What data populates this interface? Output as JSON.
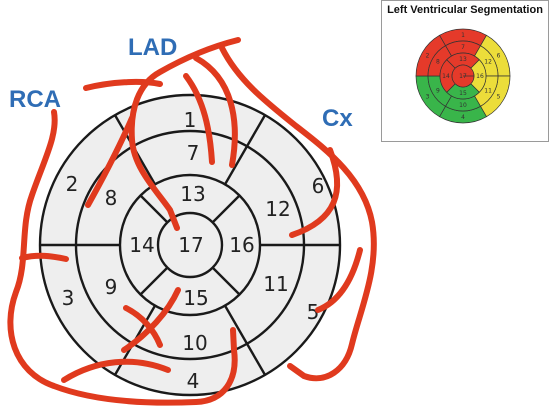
{
  "diagram": {
    "arteries": {
      "rca": "RCA",
      "lad": "LAD",
      "cx": "Cx"
    },
    "segments": {
      "s1": "1",
      "s2": "2",
      "s3": "3",
      "s4": "4",
      "s5": "5",
      "s6": "6",
      "s7": "7",
      "s8": "8",
      "s9": "9",
      "s10": "10",
      "s11": "11",
      "s12": "12",
      "s13": "13",
      "s14": "14",
      "s15": "15",
      "s16": "16",
      "s17": "17"
    }
  },
  "inset": {
    "title": "Left Ventricular Segmentation",
    "colors": {
      "lad": "#e53a2a",
      "cx": "#ecdd3a",
      "rca": "#39b54a"
    },
    "labels": {
      "s1": "1",
      "s2": "2",
      "s3": "3",
      "s4": "4",
      "s5": "5",
      "s6": "6",
      "s7": "7",
      "s8": "8",
      "s9": "9",
      "s10": "10",
      "s11": "11",
      "s12": "12",
      "s13": "13",
      "s14": "14",
      "s15": "15",
      "s16": "16",
      "s17": "17"
    }
  }
}
